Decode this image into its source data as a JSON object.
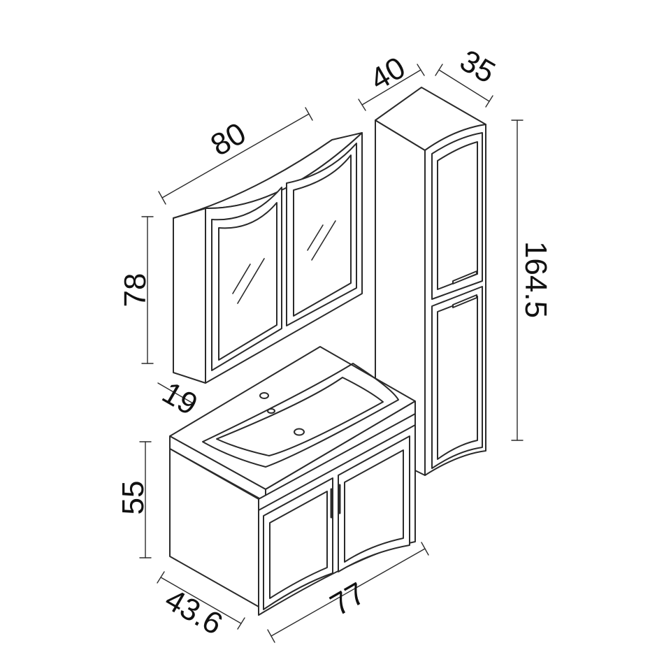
{
  "colors": {
    "line": "#2a2a2a",
    "fill": "#ffffff",
    "text": "#111111"
  },
  "dimensions": {
    "mirror_width": "80",
    "mirror_height": "78",
    "mirror_depth": "19",
    "tall_width": "40",
    "tall_depth": "35",
    "tall_height": "164.5",
    "vanity_height": "55",
    "vanity_depth": "43.6",
    "vanity_width": "77"
  }
}
